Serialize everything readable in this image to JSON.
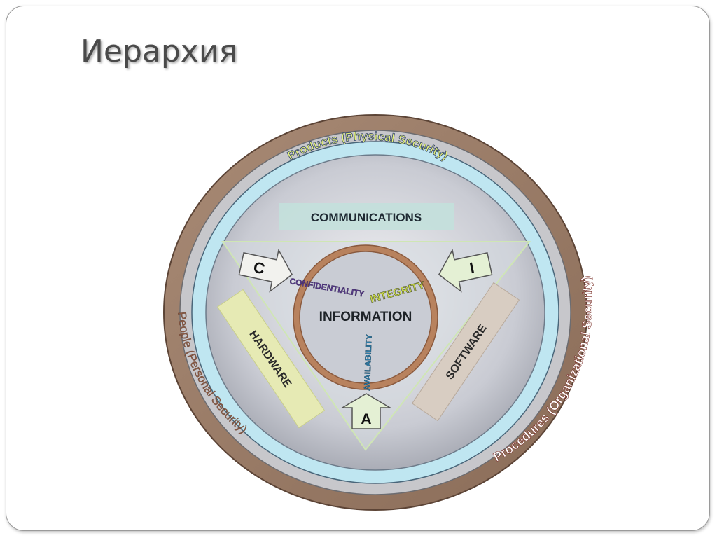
{
  "slide": {
    "title": "Иерархия"
  },
  "diagram": {
    "outer_ring_label_right": "Procedures (Organizational Security)",
    "outer_ring_label_left": "People (Personal Security)",
    "inner_ring_label_top": "Products (Physical Security)",
    "top_box_label": "COMMUNICATIONS",
    "left_bar_label": "HARDWARE",
    "right_bar_label": "SOFTWARE",
    "center_label": "INFORMATION",
    "c_arrow_label": "C",
    "i_arrow_label": "I",
    "a_arrow_label": "A",
    "confidentiality_label": "CONFIDENTIALITY",
    "integrity_label": "INTEGRITY",
    "availability_label": "AVAILABILITY"
  }
}
